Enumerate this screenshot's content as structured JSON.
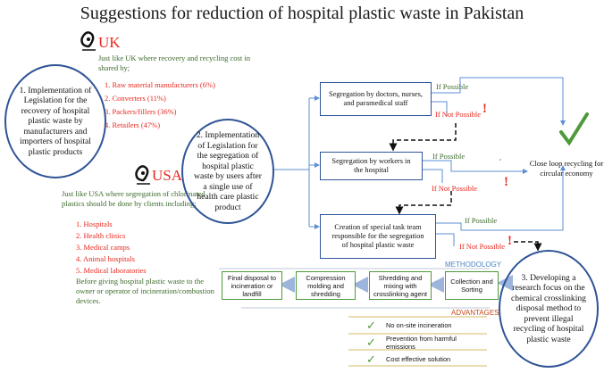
{
  "title": "Suggestions for reduction of hospital plastic waste in Pakistan",
  "uk": {
    "label": "UK",
    "intro": "Just like UK where recovery and recycling cost in shared by;",
    "items": [
      "1. Raw material manufacturers (6%)",
      "2. Converters (11%)",
      "3. Packers/fillers (36%)",
      "4. Retailers (47%)"
    ]
  },
  "usa": {
    "label": "USA",
    "intro": "Just like USA where segregation of chlorinated plastics should be done by clients including;",
    "items": [
      "1.   Hospitals",
      "2.   Health clinics",
      "3.   Medical camps",
      "4.   Animal hospitals",
      "5.   Medical laboratories"
    ],
    "note": "Before giving hospital plastic waste to the owner or operator of incineration/combustion devices."
  },
  "ellipses": {
    "e1": "1. Implementation of Legislation for the recovery of hospital plastic waste by manufacturers and importers of hospital plastic products",
    "e2": "2. Implementation of Legislation for the segregation of hospital plastic waste by users after a single use of health care plastic product",
    "e3": "3. Developing a research focus on the chemical crosslinking disposal method to prevent illegal recycling of hospital plastic waste"
  },
  "boxes": {
    "b1": "Segregation by doctors, nurses, and paramedical staff",
    "b2": "Segregation by workers in the hospital",
    "b3": "Creation of special task team responsible for the segregation of hospital plastic waste"
  },
  "branches": {
    "if_possible": "If Possible",
    "if_not_possible": "If Not Possible",
    "exclaim": "!"
  },
  "outcome": "Close loop recycling for circular economy",
  "methodology": {
    "label": "METHODOLOGY",
    "steps": [
      "Collection and Sorting",
      "Shredding and mixing with crosslinking agent",
      "Compression molding and shredding",
      "Final disposal to incineration or landfill"
    ]
  },
  "advantages": {
    "label": "ADVANTAGES",
    "items": [
      "No on-site incineration",
      "Prevention from harmful emissions",
      "Cost effective solution"
    ]
  },
  "colors": {
    "blue": "#2f5496",
    "red": "#e8281e",
    "green": "#4e9a3a",
    "lightblue": "#5b8fd6"
  }
}
